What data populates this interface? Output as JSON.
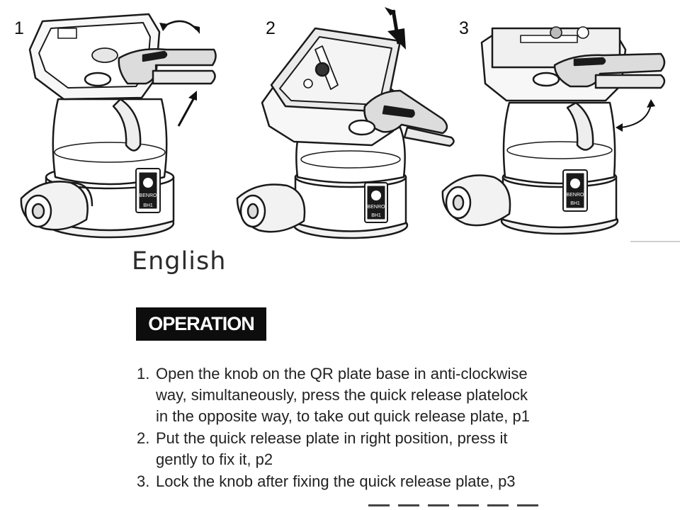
{
  "figures": [
    {
      "number": "1",
      "logo_text": "BENRO",
      "model": "BH1"
    },
    {
      "number": "2",
      "logo_text": "BENRO",
      "model": "BH1"
    },
    {
      "number": "3",
      "logo_text": "BENRO",
      "model": "BH1"
    }
  ],
  "heading": "English",
  "section_label": "OPERATION",
  "steps": [
    {
      "number": "1.",
      "lines": [
        "Open the knob on the QR plate base in anti-clockwise",
        "way, simultaneously, press the quick release platelock",
        "in the opposite way, to take out quick release plate, p1"
      ]
    },
    {
      "number": "2.",
      "lines": [
        "Put the quick release plate in right position, press it",
        "gently to fix it, p2"
      ]
    },
    {
      "number": "3.",
      "lines": [
        "Lock the knob after fixing the quick release plate, p3"
      ]
    }
  ]
}
